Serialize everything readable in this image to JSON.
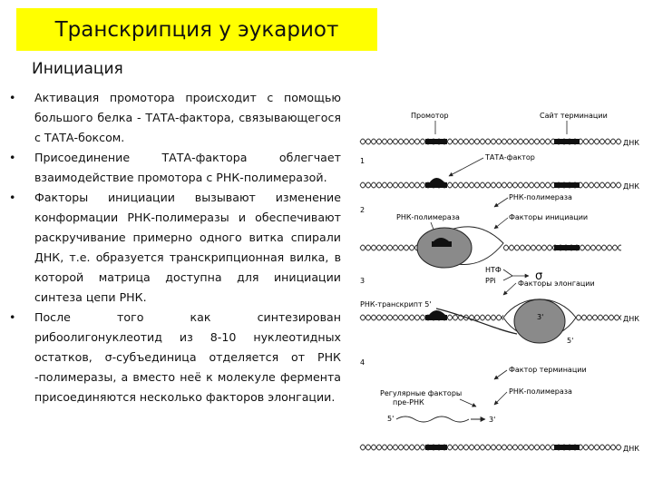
{
  "header": {
    "title": "Транскрипция у эукариот",
    "subtitle": "Инициация",
    "accent_color": "#ffff00"
  },
  "bullets": [
    {
      "marker": "•",
      "text": "Активация промотора происходит с помощью большого белка - ТАТА-фактора, связывающегося с ТАТА-боксом."
    },
    {
      "marker": "•",
      "text": "Присоединение ТАТА-фактора облегчает взаимодействие промотора с РНК-полимеразой."
    },
    {
      "marker": "•",
      "text": "Факторы инициации вызывают изменение конформации РНК-полимеразы и обеспечивают раскручивание примерно одного витка спирали ДНК, т.е. образуется транскрипционная вилка, в которой матрица доступна для инициации синтеза цепи РНК."
    },
    {
      "marker": "•",
      "text": "После того как синтезирован рибоолигонуклеотид из 8-10 нуклеотидных остатков, σ-субъединица отделяется от РНК -полимеразы, а вместо неё к молекуле фермента присоединяются несколько факторов элонгации."
    }
  ],
  "diagram": {
    "labels": {
      "promoter": "Промотор",
      "termination_site": "Сайт терминации",
      "dna_1": "ДНК",
      "dna_2": "ДНК",
      "dna_3": "ДНК",
      "dna_4": "ДНК",
      "step_1": "1",
      "step_2": "2",
      "step_3": "3",
      "step_4": "4",
      "tata_factor": "ТАТА-фактор",
      "rna_polymerase_right": "РНК-полимераза",
      "initiation_factors": "Факторы инициации",
      "rna_polymerase_left": "РНК-полимераза",
      "ntp": "НТФ",
      "ppi": "PPi",
      "sigma": "σ",
      "elongation_factors": "Факторы элонгации",
      "rna_transcript": "РНК-транскрипт 5'",
      "three_prime_in": "3'",
      "five_prime_right": "5'",
      "termination_factor": "Фактор терминации",
      "regular_factors_line1": "Регулярные факторы",
      "regular_factors_line2": "пре-РНК",
      "rna_polymerase_bottom": "РНК-полимераза",
      "five_prime_bottom": "5'",
      "three_prime_bottom": "3'"
    },
    "colors": {
      "polymerase": "#8a8a8a",
      "dna": "#222222"
    }
  }
}
